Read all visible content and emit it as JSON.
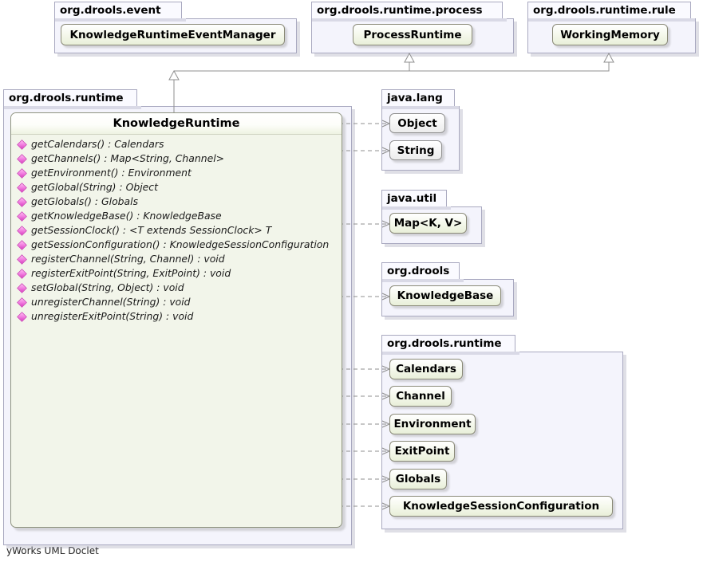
{
  "diagram": {
    "footer": "yWorks UML Doclet",
    "accent_green": "#e9efd9",
    "accent_pink": "#d93fc0",
    "package_fill": "#f4f4fc",
    "package_border": "#a9a9c0"
  },
  "packages": {
    "event": {
      "name": "org.drools.event",
      "classes": [
        {
          "name": "KnowledgeRuntimeEventManager",
          "kind": "interface"
        }
      ]
    },
    "process": {
      "name": "org.drools.runtime.process",
      "classes": [
        {
          "name": "ProcessRuntime",
          "kind": "interface"
        }
      ]
    },
    "rule": {
      "name": "org.drools.runtime.rule",
      "classes": [
        {
          "name": "WorkingMemory",
          "kind": "interface"
        }
      ]
    },
    "runtime_main": {
      "name": "org.drools.runtime"
    },
    "javalang": {
      "name": "java.lang",
      "classes": [
        {
          "name": "Object",
          "kind": "class"
        },
        {
          "name": "String",
          "kind": "class"
        }
      ]
    },
    "javautil": {
      "name": "java.util",
      "classes": [
        {
          "name": "Map<K, V>",
          "kind": "interface"
        }
      ]
    },
    "drools": {
      "name": "org.drools",
      "classes": [
        {
          "name": "KnowledgeBase",
          "kind": "interface"
        }
      ]
    },
    "runtime_types": {
      "name": "org.drools.runtime",
      "classes": [
        {
          "name": "Calendars",
          "kind": "interface"
        },
        {
          "name": "Channel",
          "kind": "interface"
        },
        {
          "name": "Environment",
          "kind": "interface"
        },
        {
          "name": "ExitPoint",
          "kind": "interface"
        },
        {
          "name": "Globals",
          "kind": "interface"
        },
        {
          "name": "KnowledgeSessionConfiguration",
          "kind": "interface"
        }
      ]
    }
  },
  "main_class": {
    "title": "KnowledgeRuntime",
    "methods": [
      "getCalendars() : Calendars",
      "getChannels() : Map<String, Channel>",
      "getEnvironment() : Environment",
      "getGlobal(String) : Object",
      "getGlobals() : Globals",
      "getKnowledgeBase() : KnowledgeBase",
      "getSessionClock() : <T extends SessionClock> T",
      "getSessionConfiguration() : KnowledgeSessionConfiguration",
      "registerChannel(String, Channel) : void",
      "registerExitPoint(String, ExitPoint) : void",
      "setGlobal(String, Object) : void",
      "unregisterChannel(String) : void",
      "unregisterExitPoint(String) : void"
    ]
  }
}
